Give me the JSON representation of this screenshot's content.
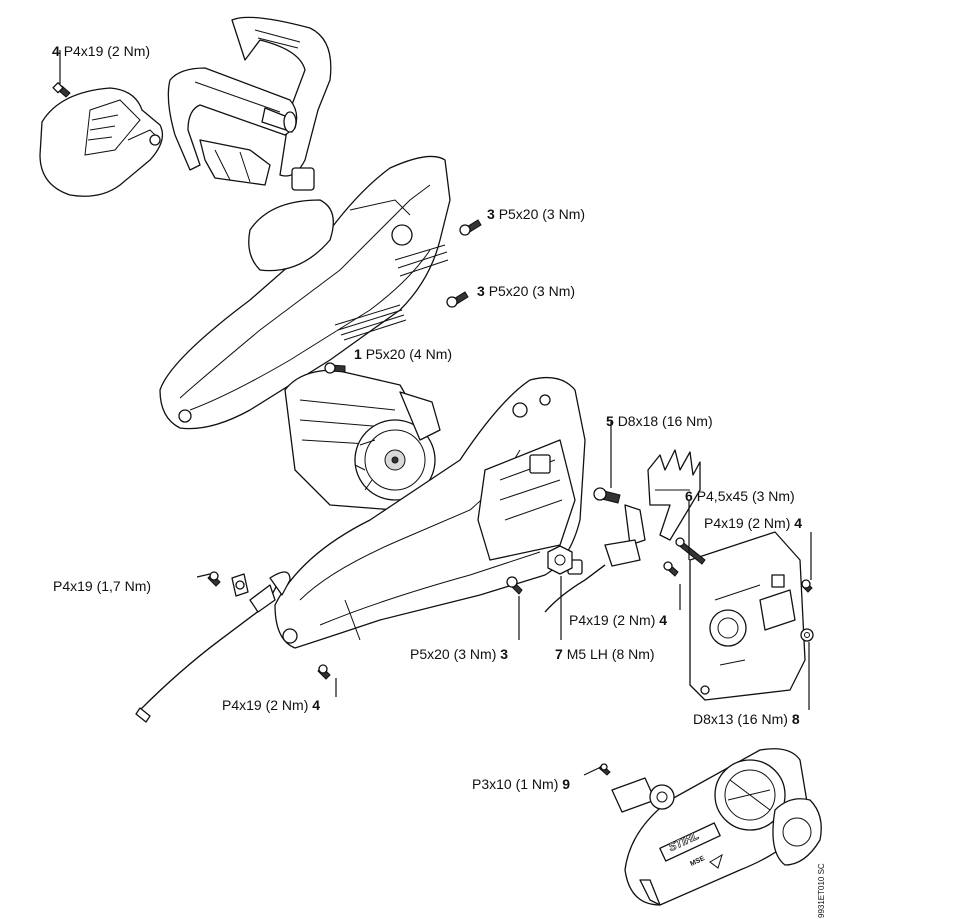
{
  "diagram": {
    "callouts": [
      {
        "id": "c1",
        "num": "4",
        "text": "P4x19 (2 Nm)",
        "num_side": "left"
      },
      {
        "id": "c2",
        "num": "3",
        "text": "P5x20 (3 Nm)",
        "num_side": "left"
      },
      {
        "id": "c3",
        "num": "3",
        "text": "P5x20 (3 Nm)",
        "num_side": "left"
      },
      {
        "id": "c4",
        "num": "1",
        "text": "P5x20 (4 Nm)",
        "num_side": "left"
      },
      {
        "id": "c5",
        "num": "5",
        "text": "D8x18 (16 Nm)",
        "num_side": "left"
      },
      {
        "id": "c6",
        "num": "6",
        "text": "P4,5x45 (3 Nm)",
        "num_side": "left"
      },
      {
        "id": "c7",
        "num": "4",
        "text": "P4x19 (2 Nm)",
        "num_side": "right"
      },
      {
        "id": "c8",
        "num": "",
        "text": "P4x19 (1,7 Nm)",
        "num_side": "none"
      },
      {
        "id": "c9",
        "num": "4",
        "text": "P4x19 (2 Nm)",
        "num_side": "right"
      },
      {
        "id": "c10",
        "num": "3",
        "text": "P5x20 (3 Nm)",
        "num_side": "right"
      },
      {
        "id": "c11",
        "num": "7",
        "text": "M5 LH (8 Nm)",
        "num_side": "left"
      },
      {
        "id": "c12",
        "num": "8",
        "text": "D8x13 (16 Nm)",
        "num_side": "right"
      },
      {
        "id": "c13",
        "num": "4",
        "text": "P4x19 (2 Nm)",
        "num_side": "right"
      },
      {
        "id": "c14",
        "num": "9",
        "text": "P3x10 (1 Nm)",
        "num_side": "right"
      }
    ],
    "drawing_code": "9931ET010 SC",
    "brand_mark": "STIHL",
    "model_mark": "MSE"
  }
}
